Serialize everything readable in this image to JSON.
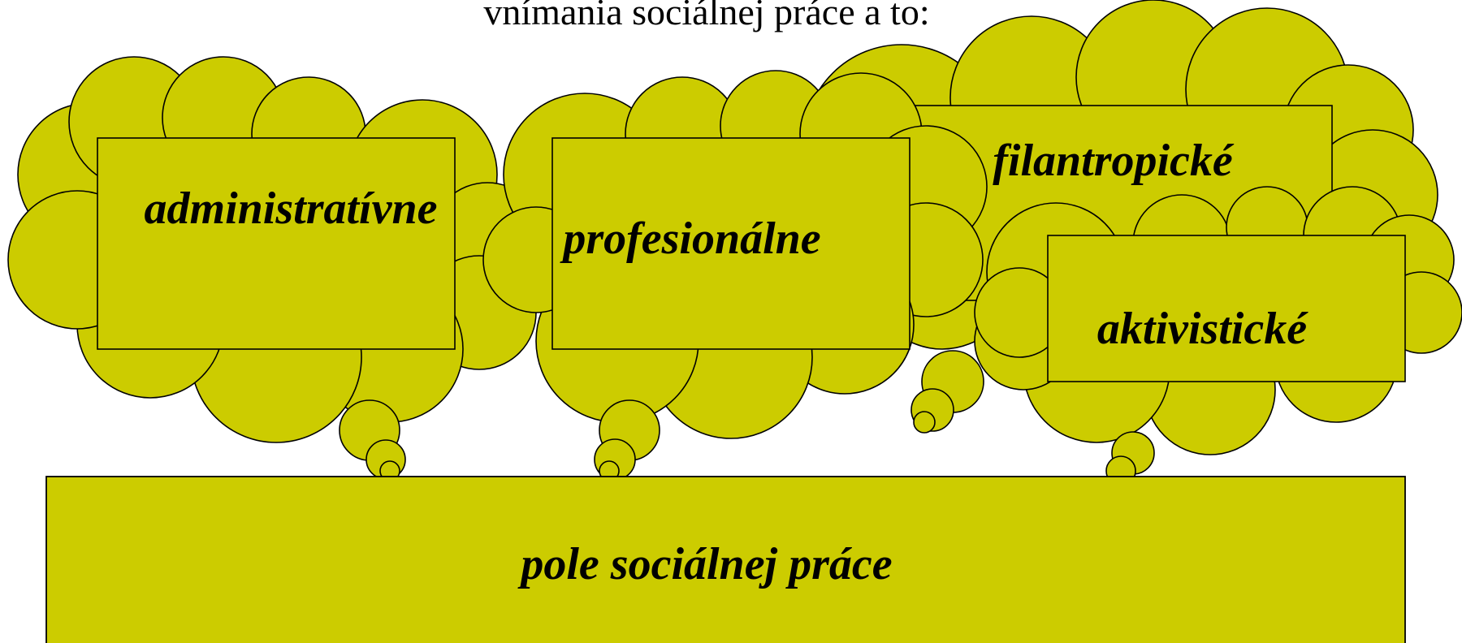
{
  "heading_partial": "vnímania sociálnej práce a to:",
  "thoughts": [
    {
      "id": "administrativne",
      "label": "administratívne"
    },
    {
      "id": "profesionalne",
      "label": "profesionálne"
    },
    {
      "id": "filantropicke",
      "label": "filantropické"
    },
    {
      "id": "aktivisticke",
      "label": "aktivistické"
    }
  ],
  "field": {
    "label": "pole sociálnej práce"
  },
  "colors": {
    "cloud_fill": "#cccc00",
    "outline": "#000000",
    "background": "#ffffff"
  }
}
